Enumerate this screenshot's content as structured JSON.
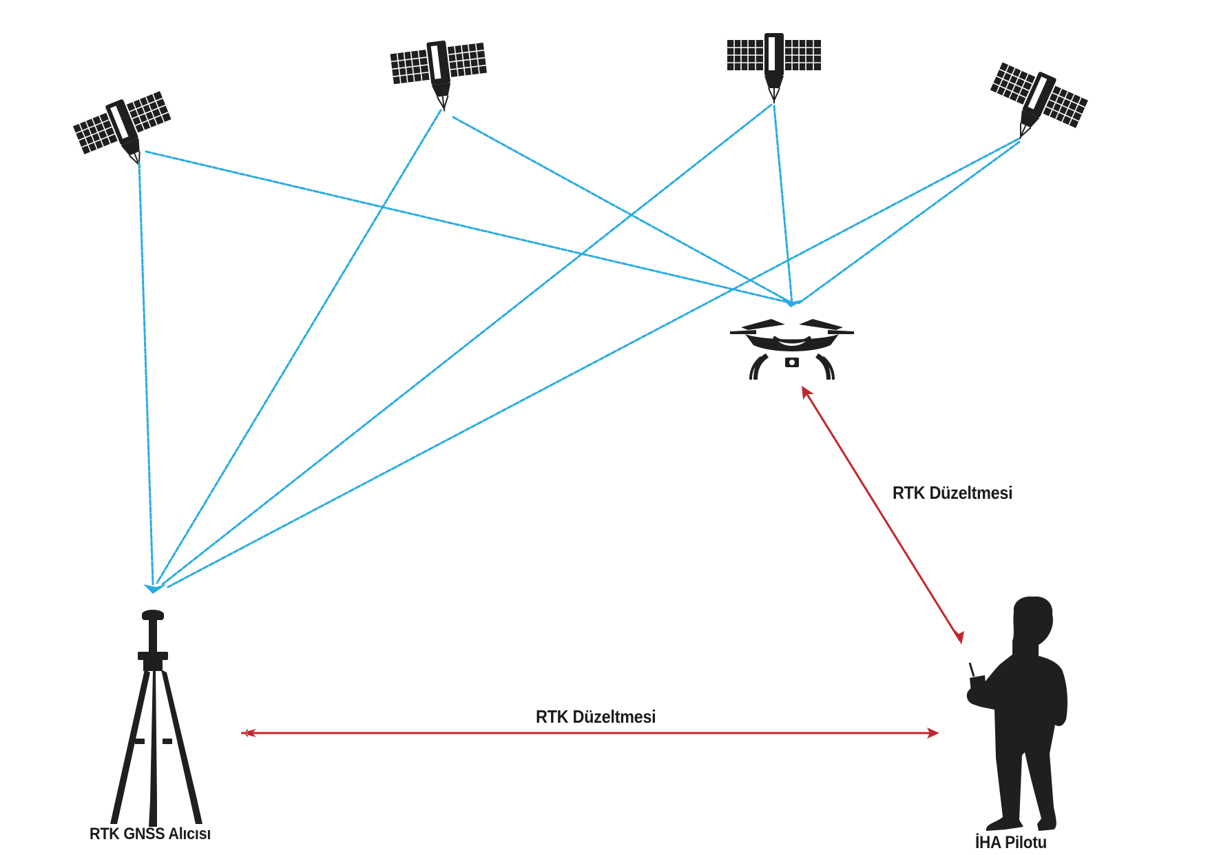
{
  "labels": {
    "receiver": "RTK GNSS Alıcısı",
    "pilot": "İHA Pilotu",
    "correction_horizontal": "RTK Düzeltmesi",
    "correction_diagonal": "RTK Düzeltmesi"
  },
  "colors": {
    "signal": "#29abe2",
    "correction": "#c1272d",
    "silhouette": "#1f1f1f"
  },
  "icons": {
    "satellites": [
      "satellite-icon",
      "satellite-icon",
      "satellite-icon",
      "satellite-icon"
    ],
    "drone": "drone-icon",
    "receiver": "tripod-gnss-receiver-icon",
    "pilot": "pilot-with-remote-icon"
  }
}
